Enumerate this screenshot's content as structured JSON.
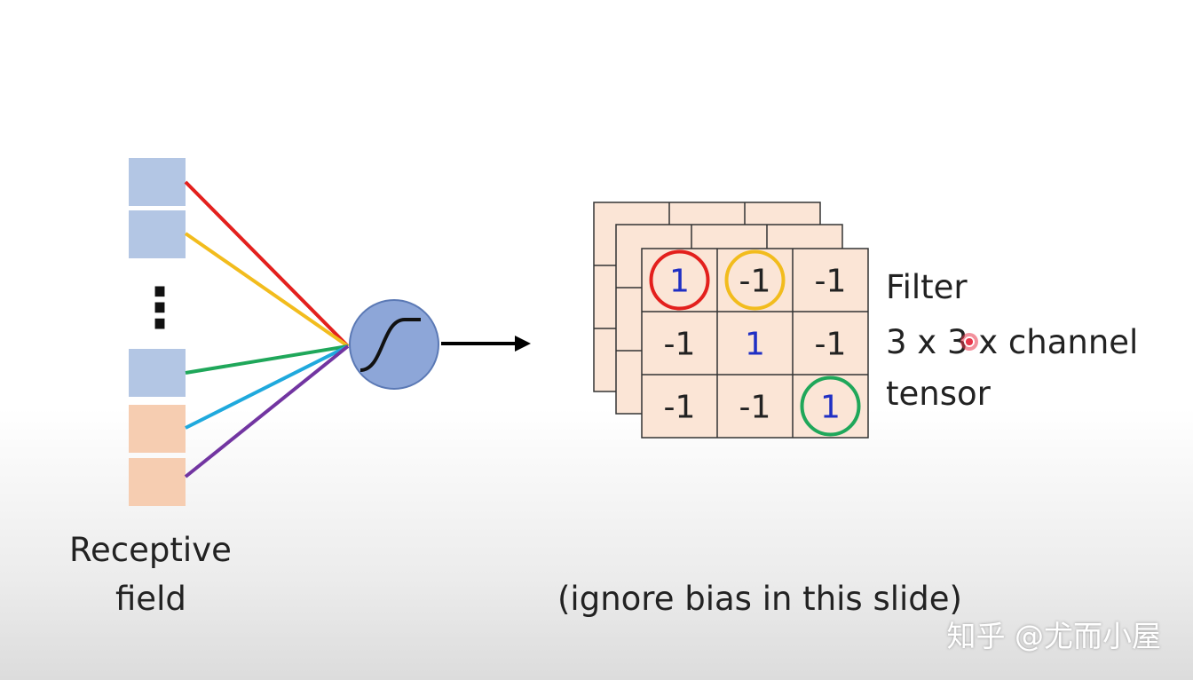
{
  "receptive_field": {
    "label_line1": "Receptive",
    "label_line2": "field",
    "blue_color": "#b3c6e4",
    "peach_color": "#f6cdb1",
    "ellipsis": "⋮"
  },
  "connections": {
    "colors": [
      "#e3201d",
      "#f2bc1d",
      "#1fa75a",
      "#1fa9dd",
      "#7235a1"
    ]
  },
  "neuron": {
    "fill": "#8da6d8",
    "icon": "sigmoid-icon"
  },
  "filter": {
    "cells": [
      [
        "1",
        "-1",
        "-1"
      ],
      [
        "-1",
        "1",
        "-1"
      ],
      [
        "-1",
        "-1",
        "1"
      ]
    ],
    "one_color": "#1f2fc4",
    "neg_color": "#222222",
    "cell_fill": "#fbe5d6",
    "circles": [
      {
        "row": 0,
        "col": 0,
        "color": "#e3201d"
      },
      {
        "row": 0,
        "col": 1,
        "color": "#f2bc1d"
      },
      {
        "row": 2,
        "col": 2,
        "color": "#1fa75a"
      }
    ],
    "label_line1": "Filter",
    "label_line2": "3 x 3 x channel",
    "label_line3": "tensor"
  },
  "note": "(ignore bias in this slide)",
  "watermark": "知乎 @尤而小屋"
}
